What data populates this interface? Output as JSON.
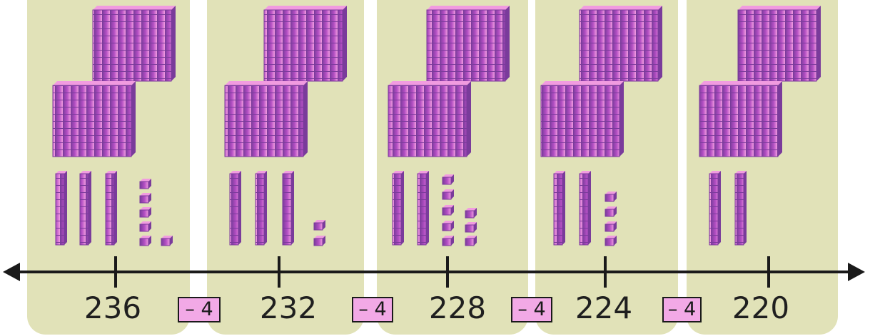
{
  "colors": {
    "panel_bg": "#e1e2b8",
    "block_face": "#b44fc4",
    "block_light": "#f19be0",
    "block_dark": "#7a3b9b",
    "axis": "#1a1a1a",
    "op_bg": "#f2a9e6"
  },
  "number_line": {
    "direction": "decreasing",
    "ticks": [
      {
        "value": 236,
        "label": "236",
        "hundreds": 2,
        "tens": 3,
        "ones": 6
      },
      {
        "value": 232,
        "label": "232",
        "hundreds": 2,
        "tens": 3,
        "ones": 2
      },
      {
        "value": 228,
        "label": "228",
        "hundreds": 2,
        "tens": 2,
        "ones": 8
      },
      {
        "value": 224,
        "label": "224",
        "hundreds": 2,
        "tens": 2,
        "ones": 4
      },
      {
        "value": 220,
        "label": "220",
        "hundreds": 2,
        "tens": 2,
        "ones": 0
      }
    ],
    "steps": [
      {
        "label": "– 4"
      },
      {
        "label": "– 4"
      },
      {
        "label": "– 4"
      },
      {
        "label": "– 4"
      }
    ]
  }
}
